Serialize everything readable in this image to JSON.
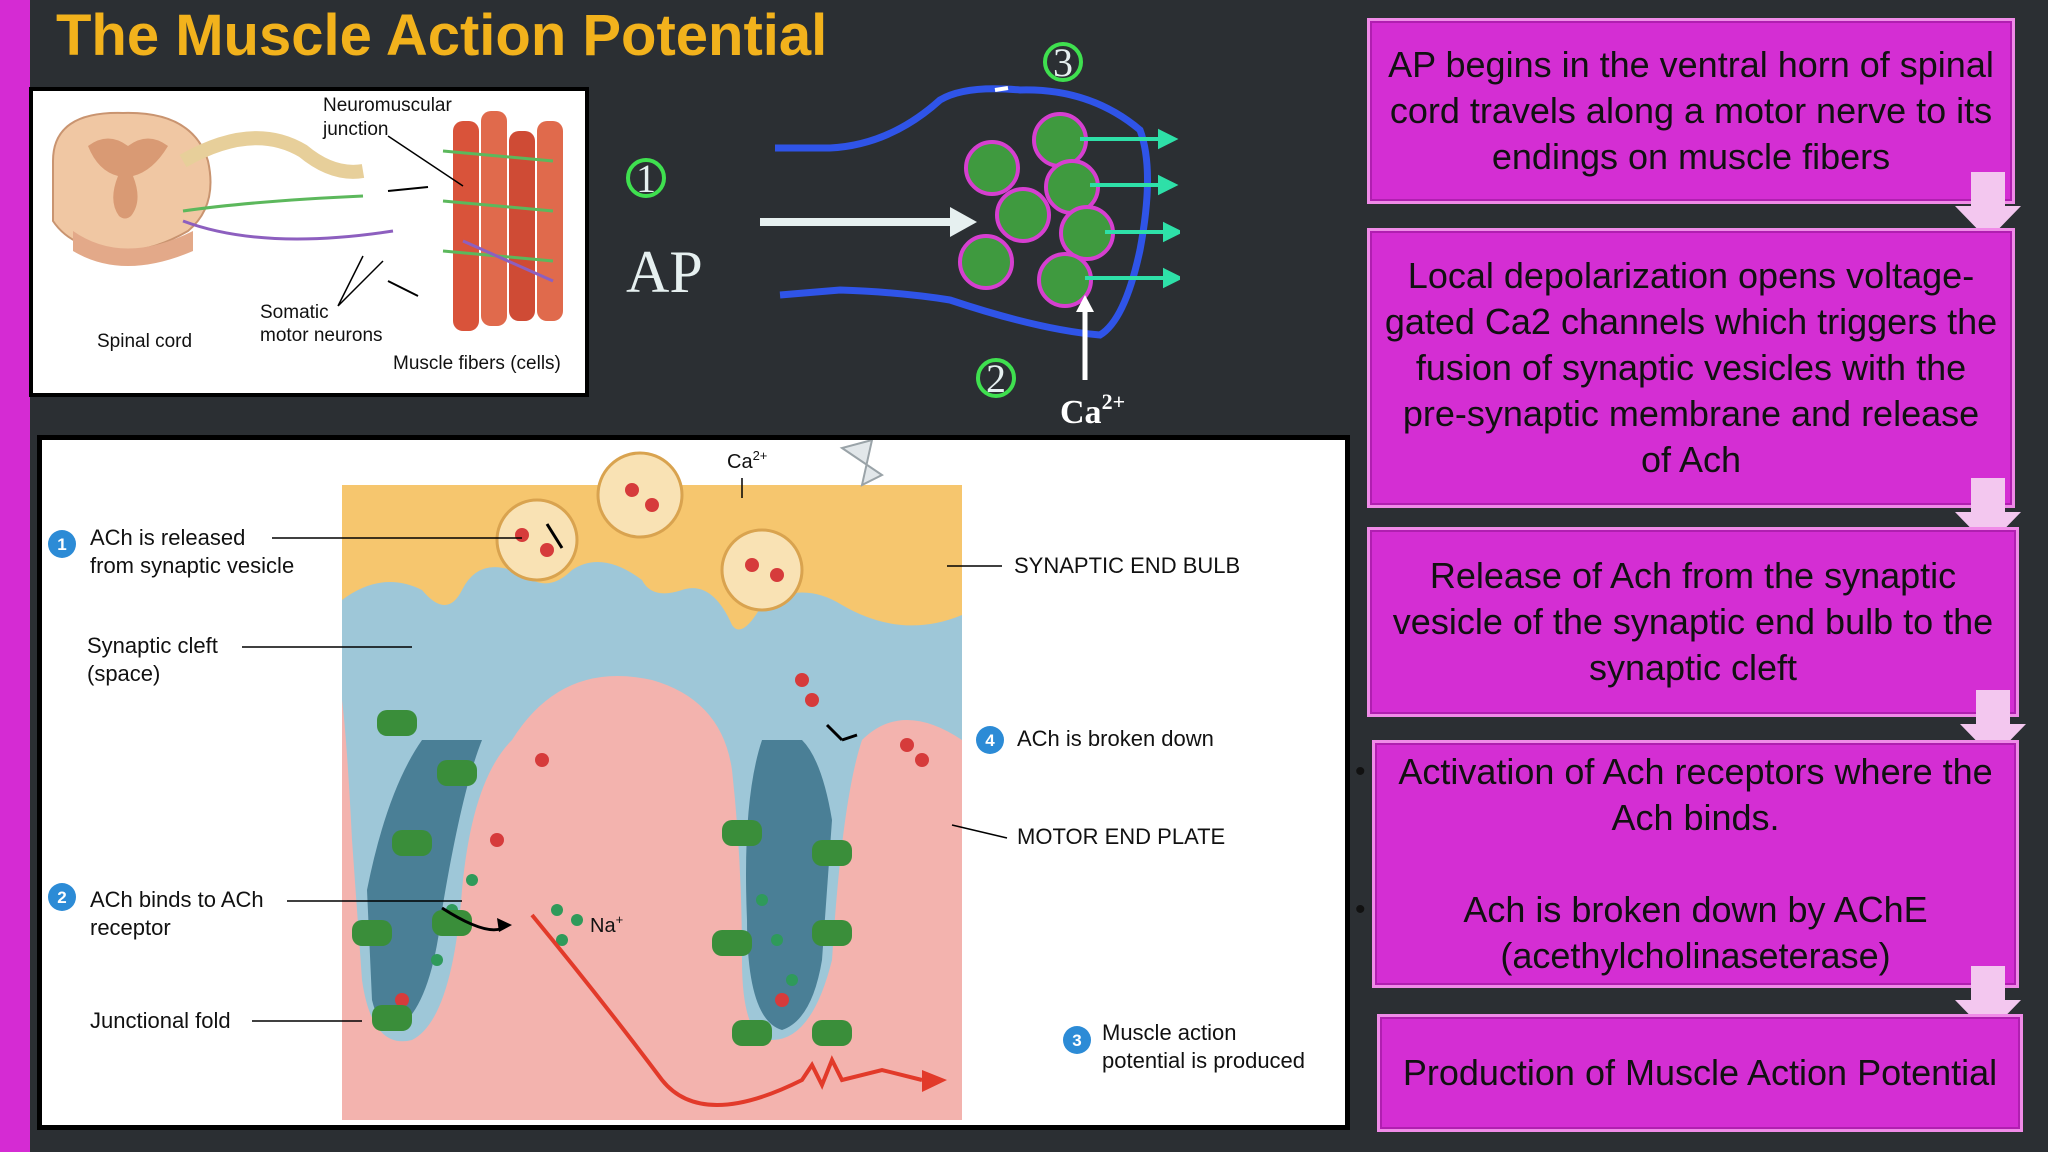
{
  "title": "The Muscle Action Potential",
  "top_figure": {
    "neuromuscular_junction": "Neuromuscular",
    "neuromuscular_junction_2": "junction",
    "spinal_cord": "Spinal cord",
    "somatic": "Somatic",
    "motor_neurons": "motor neurons",
    "muscle_fibers": "Muscle fibers (cells)"
  },
  "schematic": {
    "step1": "1",
    "step2": "2",
    "step3": "3",
    "ap": "AP",
    "ca": "Ca",
    "ca_sup": "2+"
  },
  "main_figure": {
    "ca": "Ca",
    "ca_sup": "2+",
    "l1_num": "1",
    "l1a": "ACh is released",
    "l1b": "from synaptic vesicle",
    "cleft_a": "Synaptic cleft",
    "cleft_b": "(space)",
    "l2_num": "2",
    "l2a": "ACh binds to ACh",
    "l2b": "receptor",
    "fold": "Junctional fold",
    "end_bulb": "SYNAPTIC END BULB",
    "l4_num": "4",
    "l4": "ACh is broken down",
    "end_plate": "MOTOR END PLATE",
    "na": "Na",
    "na_sup": "+",
    "l3_num": "3",
    "l3a": "Muscle action",
    "l3b": "potential is produced"
  },
  "steps": [
    "AP begins in the ventral horn of spinal cord travels along a motor nerve to its endings on muscle fibers",
    "Local depolarization opens voltage-gated Ca2 channels which triggers the fusion of synaptic vesicles with the pre-synaptic membrane and release of Ach",
    "Release of Ach from the synaptic vesicle of the synaptic end bulb to the synaptic cleft",
    "Production of Muscle Action Potential"
  ],
  "step4_bullets": [
    "Activation of Ach receptors where the Ach binds.",
    "Ach is broken down by AChE (acethylcholinaseterase)"
  ],
  "colors": {
    "accent_title": "#f2b21c",
    "box_fill": "#d42ed3",
    "background": "#2b2f33"
  }
}
